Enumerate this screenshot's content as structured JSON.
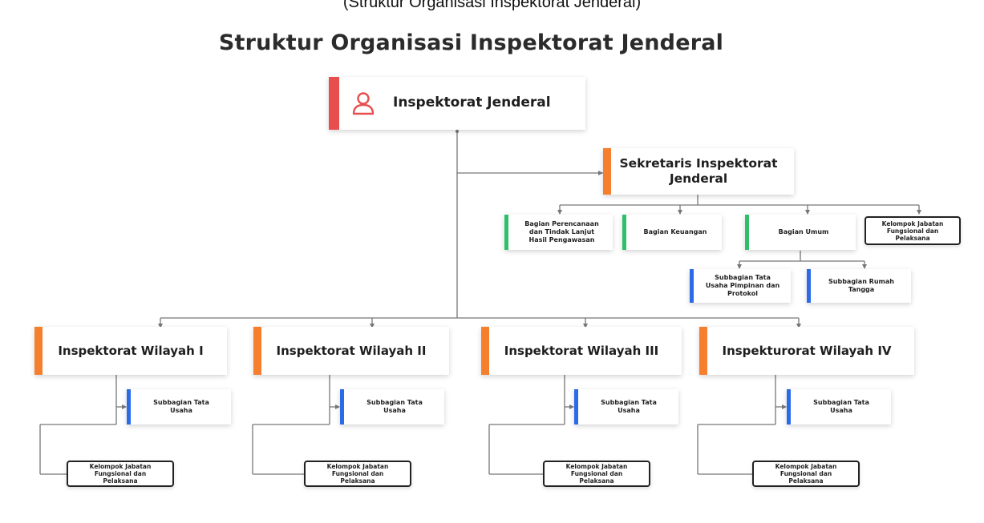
{
  "caption": "(Struktur Organisasi Inspektorat Jenderal)",
  "title": "Struktur Organisasi Inspektorat Jenderal",
  "colors": {
    "red": "#e94e4e",
    "orange": "#f57f2d",
    "green": "#2fbf6a",
    "blue": "#2a6be8",
    "line": "#777777"
  },
  "top": {
    "label": "Inspektorat Jenderal",
    "icon": "person-icon"
  },
  "secretary": {
    "label_line1": "Sekretaris Inspektorat",
    "label_line2": "Jenderal"
  },
  "bagian": {
    "perencanaan": {
      "line1": "Bagian Perencanaan",
      "line2": "dan Tindak Lanjut",
      "line3": "Hasil Pengawasan"
    },
    "keuangan": "Bagian Keuangan",
    "umum": "Bagian Umum",
    "kelompok": {
      "line1": "Kelompok Jabatan",
      "line2": "Fungsional dan",
      "line3": "Pelaksana"
    }
  },
  "subbagian_umum": {
    "tata_usaha_pimpinan": {
      "line1": "Subbagian Tata",
      "line2": "Usaha Pimpinan dan",
      "line3": "Protokol"
    },
    "rumah_tangga": {
      "line1": "Subbagian Rumah",
      "line2": "Tangga"
    }
  },
  "wilayah": [
    {
      "label": "Inspektorat Wilayah I",
      "sub_line1": "Subbagian Tata",
      "sub_line2": "Usaha",
      "kel_line1": "Kelompok Jabatan",
      "kel_line2": "Fungsional dan",
      "kel_line3": "Pelaksana"
    },
    {
      "label": "Inspektorat Wilayah II",
      "sub_line1": "Subbagian Tata",
      "sub_line2": "Usaha",
      "kel_line1": "Kelompok Jabatan",
      "kel_line2": "Fungsional dan",
      "kel_line3": "Pelaksana"
    },
    {
      "label": "Inspektorat Wilayah III",
      "sub_line1": "Subbagian Tata",
      "sub_line2": "Usaha",
      "kel_line1": "Kelompok Jabatan",
      "kel_line2": "Fungsional dan",
      "kel_line3": "Pelaksana"
    },
    {
      "label": "Inspekturorat Wilayah IV",
      "sub_line1": "Subbagian Tata",
      "sub_line2": "Usaha",
      "kel_line1": "Kelompok Jabatan",
      "kel_line2": "Fungsional dan",
      "kel_line3": "Pelaksana"
    }
  ]
}
